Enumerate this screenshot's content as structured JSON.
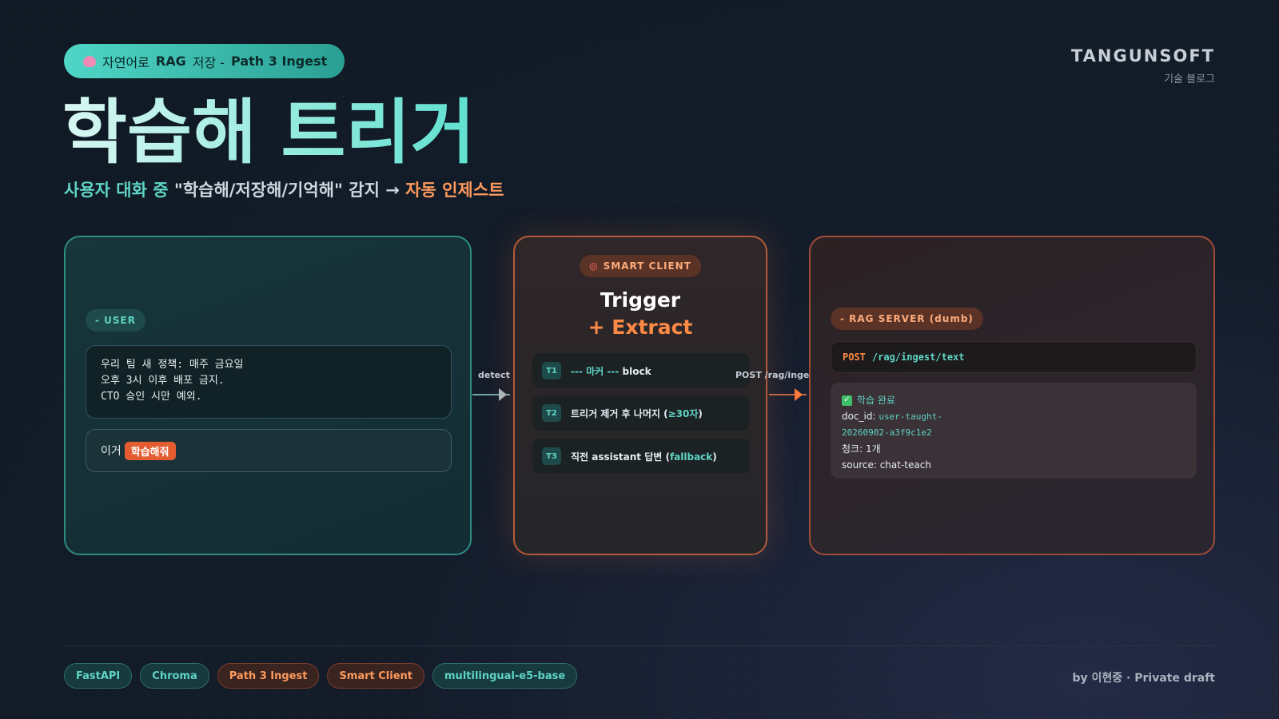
{
  "header": {
    "badge_prefix": "자연어로",
    "badge_strong": "RAG",
    "badge_mid": "저장 -",
    "badge_tail": "Path 3 Ingest",
    "brand_name": "TANGUNSOFT",
    "brand_sub": "기술 블로그",
    "title": "학습해 트리거",
    "subtitle_lead": "사용자 대화 중",
    "subtitle_quote": "\"학습해/저장해/기억해\" 감지",
    "subtitle_arrow": "→",
    "subtitle_result": "자동 인제스트"
  },
  "user_panel": {
    "tag": "- USER",
    "message_lines": [
      "우리 팀 새 정책: 매주 금요일",
      "오후 3시 이후 배포 금지.",
      "CTO 승인 시만 예외."
    ],
    "command_prefix": "이거",
    "command_highlight": "학습해줘"
  },
  "client_panel": {
    "tag": "SMART CLIENT",
    "title_line1": "Trigger",
    "title_line2": "+ Extract",
    "rules": [
      {
        "id": "T1",
        "teal": "--- 마커 ---",
        "text": "block",
        "teal_after": "",
        "end": ""
      },
      {
        "id": "T2",
        "teal": "",
        "text": "트리거 제거 후 나머지 (",
        "teal_after": "≥30자",
        "end": ")"
      },
      {
        "id": "T3",
        "teal": "",
        "text": "직전 assistant 답변 (",
        "teal_after": "fallback",
        "end": ")"
      }
    ]
  },
  "server_panel": {
    "tag": "- RAG SERVER (dumb)",
    "method": "POST",
    "path": "/rag/ingest/text",
    "result_title": "학습 완료",
    "doc_id_label": "doc_id:",
    "doc_id_line1": "user-taught-",
    "doc_id_line2": "20260902-a3f9c1e2",
    "chunks": "청크: 1개",
    "source": "source: chat-teach"
  },
  "connectors": {
    "detect": "detect",
    "post": "POST /rag/ingest/text"
  },
  "footer": {
    "chips": [
      {
        "label": "FastAPI",
        "style": "teal"
      },
      {
        "label": "Chroma",
        "style": "teal"
      },
      {
        "label": "Path 3 Ingest",
        "style": "orange"
      },
      {
        "label": "Smart Client",
        "style": "orange"
      },
      {
        "label": "multilingual-e5-base",
        "style": "teal"
      }
    ],
    "byline": "by 이현중 · Private draft"
  },
  "colors": {
    "teal": "#5fd4c5",
    "orange": "#ff8a45",
    "highlight": "#e35d30"
  }
}
